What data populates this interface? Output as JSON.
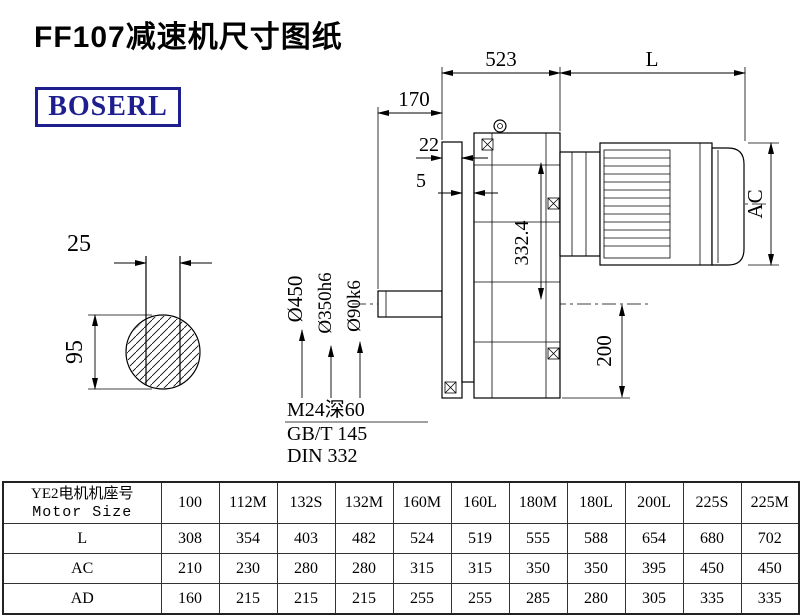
{
  "page": {
    "title": "FF107减速机尺寸图纸"
  },
  "logo": {
    "text": "BOSERL",
    "color": "#1e1e8f"
  },
  "drawing": {
    "dims": {
      "top_width": "523",
      "motor_length": "L",
      "shaft_length": "170",
      "flange_thickness": "22",
      "gap": "5",
      "motor_height": "AC",
      "key_width": "25",
      "shaft_height": "95",
      "flange_od": "Ø450",
      "spigot_d": "Ø350h6",
      "shaft_d": "Ø90k6",
      "center_height": "332.4",
      "bottom_height": "200"
    },
    "notes": [
      "M24深60",
      "GB/T 145",
      "DIN 332"
    ]
  },
  "table": {
    "header_cn": "YE2电机机座号",
    "header_en": "Motor Size",
    "columns": [
      "100",
      "112M",
      "132S",
      "132M",
      "160M",
      "160L",
      "180M",
      "180L",
      "200L",
      "225S",
      "225M"
    ],
    "rows": [
      {
        "label": "L",
        "values": [
          308,
          354,
          403,
          482,
          524,
          519,
          555,
          588,
          654,
          680,
          702
        ]
      },
      {
        "label": "AC",
        "values": [
          210,
          230,
          280,
          280,
          315,
          315,
          350,
          350,
          395,
          450,
          450
        ]
      },
      {
        "label": "AD",
        "values": [
          160,
          215,
          215,
          215,
          255,
          255,
          285,
          280,
          305,
          335,
          335
        ]
      }
    ]
  }
}
